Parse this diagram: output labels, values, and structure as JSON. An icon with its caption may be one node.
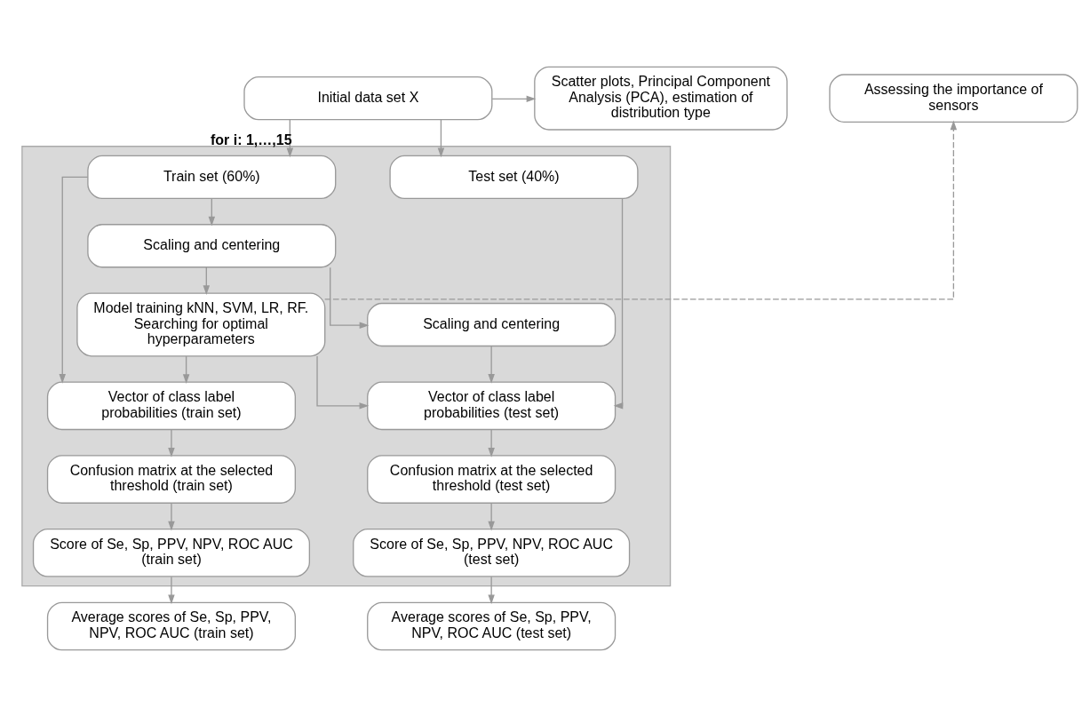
{
  "diagram": {
    "nodes": [
      {
        "text": [
          "Initial data set X"
        ]
      },
      {
        "text": [
          "Scatter plots, Principal Component Analysis (PCA), estimation of distribution type"
        ]
      },
      {
        "text": [],
        "shape": "box"
      },
      {
        "text": [
          "Train set (60%)"
        ],
        "in": 2
      },
      {
        "text": [
          "Test set (40%)"
        ],
        "in": 2
      },
      {
        "text": [
          "Scaling and centering"
        ],
        "in": 2
      },
      {
        "text": [
          "Scaling and centering"
        ],
        "in": 2
      },
      {
        "text": [
          "Model training kNN, SVM, LR, RF. Searching for optimal hyperparameters"
        ],
        "in": 2
      },
      {
        "text": [
          "Vector of class label probabilities (train set)"
        ],
        "in": 2
      },
      {
        "text": [
          "Vector of class label probabilities (test set)"
        ],
        "in": 2
      },
      {
        "text": [
          "Confusion matrix at the selected threshold (train set)"
        ],
        "in": 2
      },
      {
        "text": [
          "Confusion matrix at the selected threshold (test set)"
        ],
        "in": 2
      },
      {
        "text": [
          "Score of Se, Sp, PPV, NPV, ROC AUC (train set)"
        ],
        "in": 2
      },
      {
        "text": [
          "Score of Se, Sp, PPV, NPV, ROC AUC (test set)"
        ],
        "in": 2
      },
      {
        "text": [
          "Assessing the importance of sensors"
        ]
      },
      {
        "text": [
          "Average scores of Se, Sp, PPV, NPV, ROC AUC (train set)"
        ]
      },
      {
        "text": [
          "Average scores of Se, Sp, PPV, NPV, ROC AUC (test set)"
        ]
      }
    ],
    "edges": [
      {
        "from": 0,
        "to": 1,
        "arrow": "to"
      },
      {
        "from": 0,
        "to": 3,
        "arrow": "to",
        "label": "for i: 1,…,15"
      },
      {
        "from": 0,
        "to": 4,
        "arrow": "to"
      },
      {
        "from": 3,
        "to": 5,
        "arrow": "to"
      },
      {
        "from": 5,
        "to": 6,
        "arrow": "to"
      },
      {
        "from": 5,
        "to": 7,
        "arrow": "to"
      },
      {
        "from": 7,
        "to": 8,
        "arrow": "to"
      },
      {
        "from": 3,
        "to": 8,
        "arrow": "to"
      },
      {
        "from": 6,
        "to": 9,
        "arrow": "to"
      },
      {
        "from": 7,
        "to": 9,
        "arrow": "to"
      },
      {
        "from": 4,
        "to": 9,
        "arrow": "to"
      },
      {
        "from": 7,
        "to": 14,
        "arrow": "to",
        "style": "dashed"
      },
      {
        "from": 8,
        "to": 10,
        "arrow": "to"
      },
      {
        "from": 9,
        "to": 11,
        "arrow": "to"
      },
      {
        "from": 10,
        "to": 12,
        "arrow": "to"
      },
      {
        "from": 11,
        "to": 13,
        "arrow": "to"
      },
      {
        "from": 12,
        "to": 15,
        "arrow": "to"
      },
      {
        "from": 13,
        "to": 16,
        "arrow": "to"
      }
    ]
  }
}
